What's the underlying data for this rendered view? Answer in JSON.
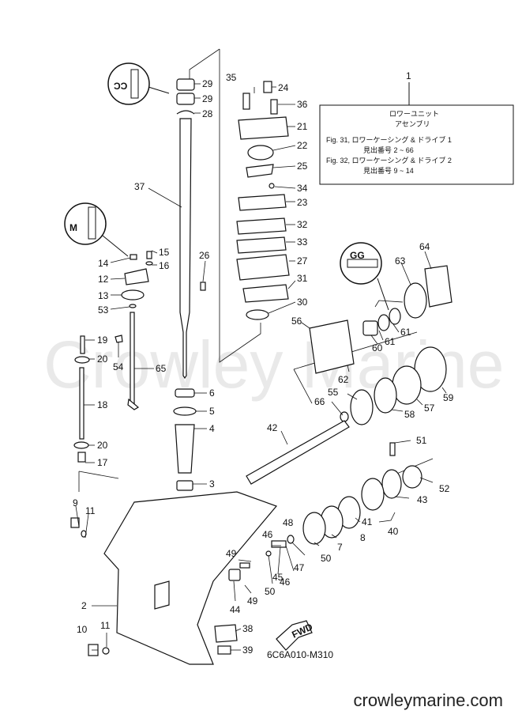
{
  "watermark": "Crowley Marine",
  "footer_url": "crowleymarine.com",
  "diagram_code": "6C6A010-M310",
  "fwd_label": "FWD",
  "info_box": {
    "number": "1",
    "line1": "ロワーユニット",
    "line2": "アセンブリ",
    "line3": "Fig. 31, ロワーケーシング & ドライブ 1",
    "line4": "見出番号 2 ~ 66",
    "line5": "Fig. 32, ロワーケーシング & ドライブ 2",
    "line6": "見出番号 9 ~ 14"
  },
  "part_labels": {
    "p2": "2",
    "p3": "3",
    "p4": "4",
    "p5": "5",
    "p6": "6",
    "p7": "7",
    "p8": "8",
    "p9": "9",
    "p10": "10",
    "p11a": "11",
    "p11b": "11",
    "p12": "12",
    "p13": "13",
    "p14": "14",
    "p15": "15",
    "p16": "16",
    "p17": "17",
    "p18": "18",
    "p19": "19",
    "p20a": "20",
    "p20b": "20",
    "p21": "21",
    "p22": "22",
    "p23": "23",
    "p24": "24",
    "p25": "25",
    "p26": "26",
    "p27": "27",
    "p28": "28",
    "p29a": "29",
    "p29b": "29",
    "p30": "30",
    "p31": "31",
    "p32": "32",
    "p33": "33",
    "p34": "34",
    "p35": "35",
    "p36": "36",
    "p37": "37",
    "p38": "38",
    "p39": "39",
    "p40": "40",
    "p41": "41",
    "p42": "42",
    "p43": "43",
    "p44": "44",
    "p45": "45",
    "p46a": "46",
    "p46b": "46",
    "p47": "47",
    "p48": "48",
    "p49a": "49",
    "p49b": "49",
    "p50a": "50",
    "p50b": "50",
    "p51": "51",
    "p52": "52",
    "p53": "53",
    "p54": "54",
    "p55": "55",
    "p56": "56",
    "p57": "57",
    "p58": "58",
    "p59": "59",
    "p60": "60",
    "p61a": "61",
    "p61b": "61",
    "p62": "62",
    "p63": "63",
    "p64": "64",
    "p65": "65",
    "p66": "66"
  }
}
